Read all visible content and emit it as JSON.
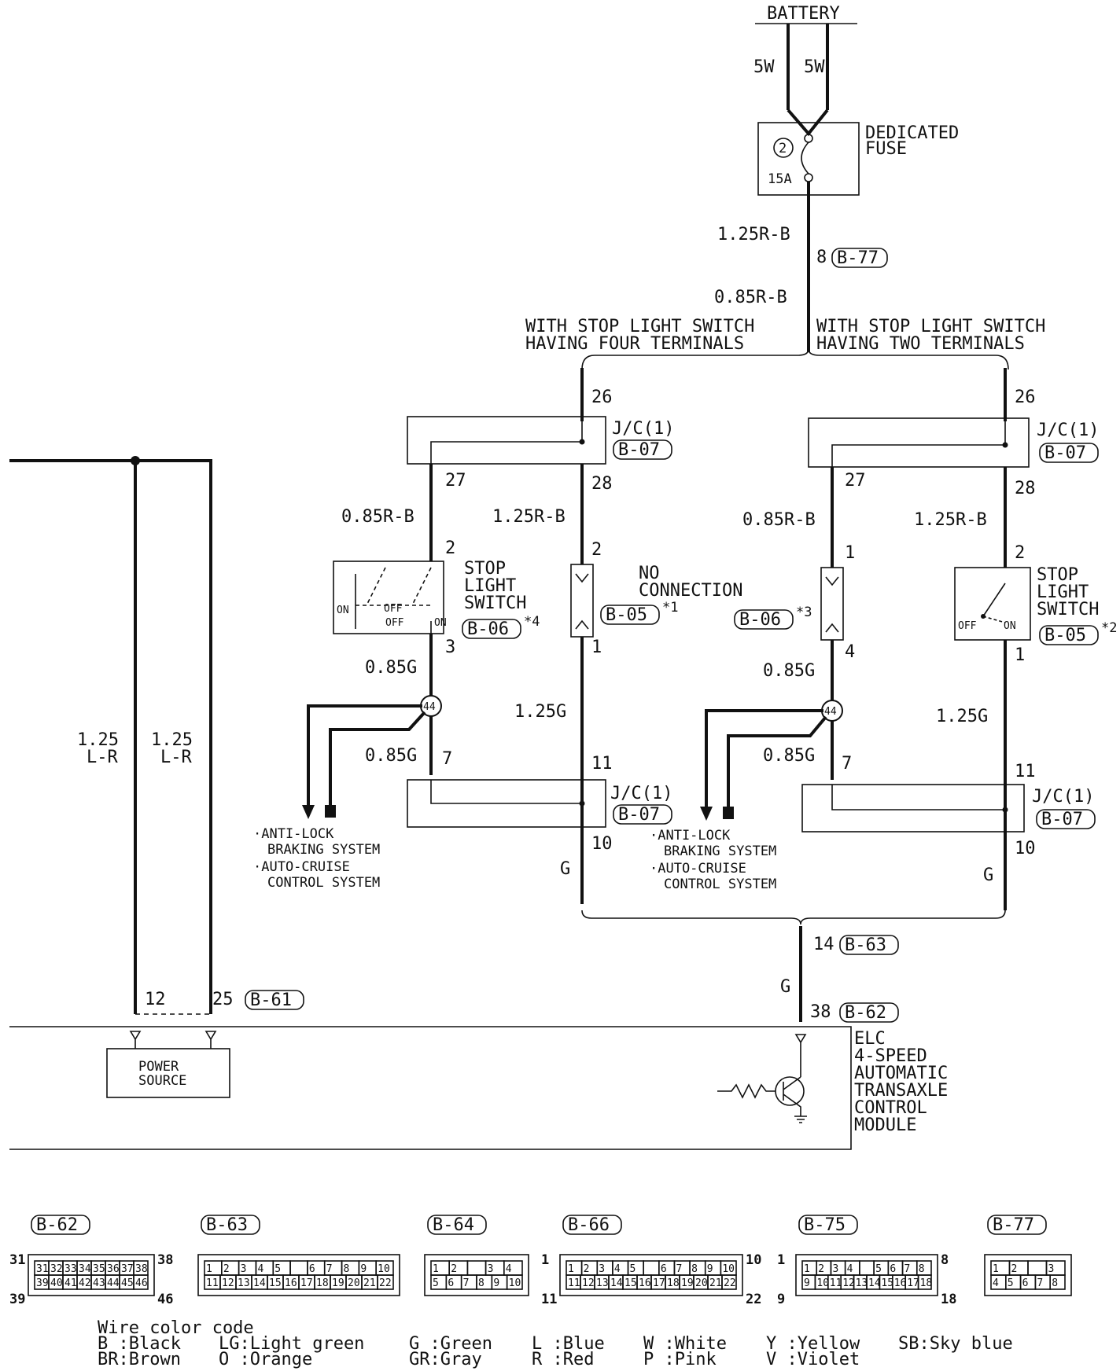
{
  "battery": "BATTERY",
  "battery_wires": [
    "5W",
    "5W"
  ],
  "fuse": {
    "label": "DEDICATED FUSE",
    "label_lines": [
      "DEDICATED",
      "FUSE"
    ],
    "number": "2",
    "rating": "15A"
  },
  "trunk": {
    "upper_wire": "1.25R-B",
    "terminal": "8",
    "connector": "B-77",
    "lower_wire": "0.85R-B"
  },
  "variants": {
    "left": [
      "WITH STOP LIGHT SWITCH",
      "HAVING FOUR TERMINALS"
    ],
    "right": [
      "WITH STOP LIGHT SWITCH",
      "HAVING TWO TERMINALS"
    ]
  },
  "jc_label": "J/C(1)",
  "jc_connector": "B-07",
  "left_block": {
    "top_pin": "26",
    "pin_27": "27",
    "pin_28": "28",
    "wire_a": "0.85R-B",
    "wire_b": "1.25R-B",
    "switch_pin_in": "2",
    "switch_pin_out": "3",
    "switch_label": [
      "STOP",
      "LIGHT",
      "SWITCH"
    ],
    "switch_connector": "B-06",
    "switch_note": "*4",
    "switch_states": [
      "ON",
      "OFF",
      "OFF",
      "ON"
    ],
    "nc_pin_in": "2",
    "nc_pin_out": "1",
    "nc_label": [
      "NO",
      "CONNECTION"
    ],
    "nc_connector": "B-05",
    "nc_note": "*1",
    "wire_c": "0.85G",
    "node": "44",
    "wire_d": "0.85G",
    "pin_7": "7",
    "wire_e": "1.25G",
    "pin_11": "11",
    "pin_10": "10",
    "wire_g": "G",
    "systems": [
      "·ANTI-LOCK",
      "BRAKING SYSTEM",
      "·AUTO-CRUISE",
      "CONTROL SYSTEM"
    ]
  },
  "right_block": {
    "top_pin": "26",
    "pin_27": "27",
    "pin_28": "28",
    "wire_a": "0.85R-B",
    "wire_b": "1.25R-B",
    "nc_pin_in": "1",
    "nc_pin_out": "4",
    "nc_connector": "B-06",
    "nc_note": "*3",
    "switch_pin_in": "2",
    "switch_pin_out": "1",
    "switch_label": [
      "STOP",
      "LIGHT",
      "SWITCH"
    ],
    "switch_connector": "B-05",
    "switch_note": "*2",
    "switch_states": [
      "OFF",
      "ON"
    ],
    "wire_c": "0.85G",
    "node": "44",
    "wire_d": "0.85G",
    "pin_7": "7",
    "wire_e": "1.25G",
    "pin_11": "11",
    "pin_10": "10",
    "wire_g": "G",
    "systems": [
      "·ANTI-LOCK",
      "BRAKING SYSTEM",
      "·AUTO-CRUISE",
      "CONTROL SYSTEM"
    ]
  },
  "bottom": {
    "pin_14": "14",
    "conn_b63": "B-63",
    "wire_g": "G",
    "pin_38": "38",
    "conn_b62": "B-62",
    "power_wires": [
      [
        "1.25",
        "L-R"
      ],
      [
        "1.25",
        "L-R"
      ]
    ],
    "power_pins": [
      "12",
      "25"
    ],
    "conn_b61": "B-61",
    "power_source": [
      "POWER",
      "SOURCE"
    ],
    "module": [
      "ELC",
      "4-SPEED",
      "AUTOMATIC",
      "TRANSAXLE",
      "CONTROL",
      "MODULE"
    ]
  },
  "connectors": [
    {
      "name": "B-62",
      "corner_labels": [
        "31",
        "38",
        "39",
        "46"
      ],
      "rows": [
        [
          "31",
          "32",
          "33",
          "34",
          "35",
          "36",
          "37",
          "38"
        ],
        [
          "39",
          "40",
          "41",
          "42",
          "43",
          "44",
          "45",
          "46"
        ]
      ]
    },
    {
      "name": "B-63",
      "rows": [
        [
          "1",
          "2",
          "3",
          "4",
          "5",
          "",
          "6",
          "7",
          "8",
          "9",
          "10"
        ],
        [
          "11",
          "12",
          "13",
          "14",
          "15",
          "16",
          "17",
          "18",
          "19",
          "20",
          "21",
          "22"
        ]
      ]
    },
    {
      "name": "B-64",
      "rows": [
        [
          "1",
          "2",
          "",
          "3",
          "4"
        ],
        [
          "5",
          "6",
          "7",
          "8",
          "9",
          "10"
        ]
      ]
    },
    {
      "name": "B-66",
      "corner_labels": [
        "1",
        "10",
        "11",
        "22"
      ],
      "rows": [
        [
          "1",
          "2",
          "3",
          "4",
          "5",
          "",
          "6",
          "7",
          "8",
          "9",
          "10"
        ],
        [
          "11",
          "12",
          "13",
          "14",
          "15",
          "16",
          "17",
          "18",
          "19",
          "20",
          "21",
          "22"
        ]
      ]
    },
    {
      "name": "B-75",
      "corner_labels": [
        "1",
        "8",
        "9",
        "18"
      ],
      "rows": [
        [
          "1",
          "2",
          "3",
          "4",
          "",
          "5",
          "6",
          "7",
          "8"
        ],
        [
          "9",
          "10",
          "11",
          "12",
          "13",
          "14",
          "15",
          "16",
          "17",
          "18"
        ]
      ]
    },
    {
      "name": "B-77",
      "rows": [
        [
          "1",
          "2",
          "",
          "3"
        ],
        [
          "4",
          "5",
          "6",
          "7",
          "8"
        ]
      ]
    }
  ],
  "color_code": {
    "title": "Wire color code",
    "entries": [
      [
        "B :Black",
        "BR:Brown"
      ],
      [
        "LG:Light green",
        "O :Orange"
      ],
      [
        "G :Green",
        "GR:Gray"
      ],
      [
        "L :Blue",
        "R :Red"
      ],
      [
        "W :White",
        "P :Pink"
      ],
      [
        "Y :Yellow",
        "V :Violet"
      ],
      [
        "SB:Sky blue",
        ""
      ]
    ]
  }
}
